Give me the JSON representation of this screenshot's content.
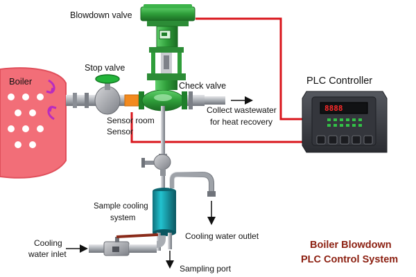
{
  "labels": {
    "blowdown_valve": "Blowdown valve",
    "boiler": "Boiler",
    "stop_valve": "Stop valve",
    "check_valve": "Check valve",
    "plc_controller": "PLC Controller",
    "collect_line1": "Collect wastewater",
    "collect_line2": "for heat recovery",
    "sensor_room": "Sensor room",
    "sensor": "Sensor",
    "sample_cooling_line1": "Sample cooling",
    "sample_cooling_line2": "system",
    "cooling_water_outlet": "Cooling water outlet",
    "cooling_water_inlet_line1": "Cooling",
    "cooling_water_inlet_line2": "water inlet",
    "sampling_port": "Sampling port",
    "title_line1": "Boiler Blowdown",
    "title_line2": "PLC Control System"
  },
  "plc_display": "8888",
  "colors": {
    "signal_wire": "#d9141b",
    "boiler": "#f26e78",
    "valve_green": "#2f9e3a",
    "pipe": "#b9bcc2",
    "cooler_teal": "#14a3b0",
    "plc_body": "#3b3d44",
    "title": "#8b1e0f"
  }
}
